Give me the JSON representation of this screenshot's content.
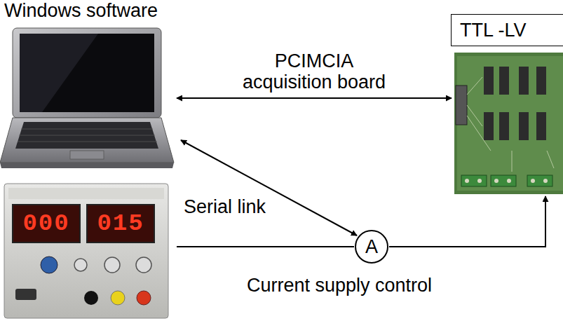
{
  "diagram": {
    "nodes": [
      {
        "text": [
          "TTL -LV"
        ]
      },
      {
        "text": [
          "A"
        ]
      }
    ],
    "labels": [
      "Windows software",
      "PCIMCIA acquisition board",
      "Serial link",
      "Current supply control",
      "000",
      "015"
    ]
  }
}
